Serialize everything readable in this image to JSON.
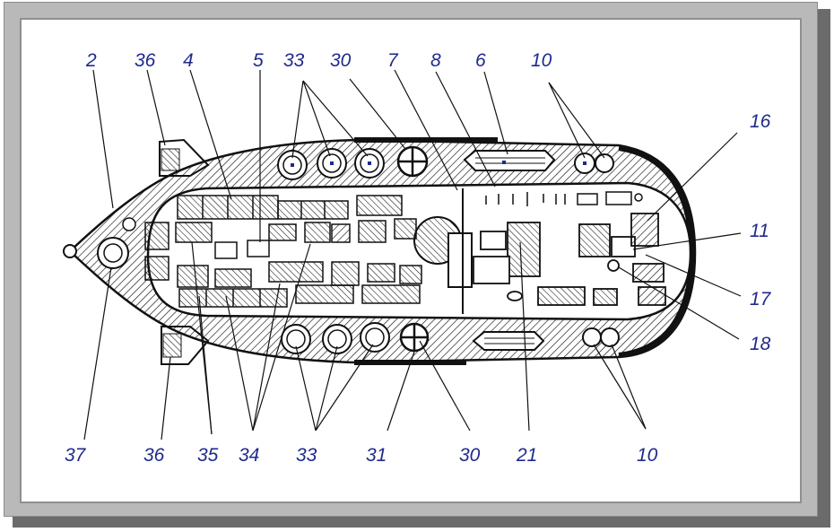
{
  "colors": {
    "ink": "#111111",
    "label": "#1f2a8c",
    "frame": "#b9b9b9",
    "shadow": "#6b6b6b"
  },
  "top_labels": [
    "2",
    "36",
    "4",
    "5",
    "33",
    "30",
    "7",
    "8",
    "6",
    "10"
  ],
  "right_labels": [
    "16",
    "11",
    "17",
    "18"
  ],
  "bottom_labels": [
    "37",
    "36",
    "35",
    "34",
    "33",
    "31",
    "30",
    "21",
    "10"
  ]
}
